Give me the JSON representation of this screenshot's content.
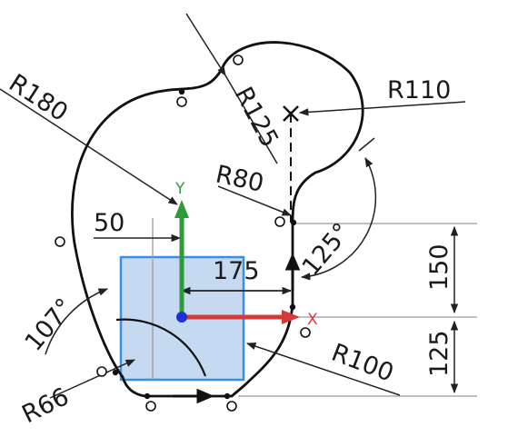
{
  "dimensions": {
    "r180": "R180",
    "r125": "R125",
    "r110": "R110",
    "r80": "R80",
    "r66": "R66",
    "r100": "R100",
    "len50": "50",
    "len175": "175",
    "len150": "150",
    "len125": "125",
    "ang107": "107°",
    "ang125": "125°"
  },
  "axes": {
    "x_label": "X",
    "y_label": "Y",
    "x_color": "#d33b3b",
    "y_color": "#2f9a3a"
  },
  "colors": {
    "profile": "#111111",
    "dimension_line": "#222222",
    "csys_plane_fill": "#c5daf0",
    "csys_plane_stroke": "#3a8fe0",
    "origin": "#1e2fd6"
  },
  "caption": ""
}
